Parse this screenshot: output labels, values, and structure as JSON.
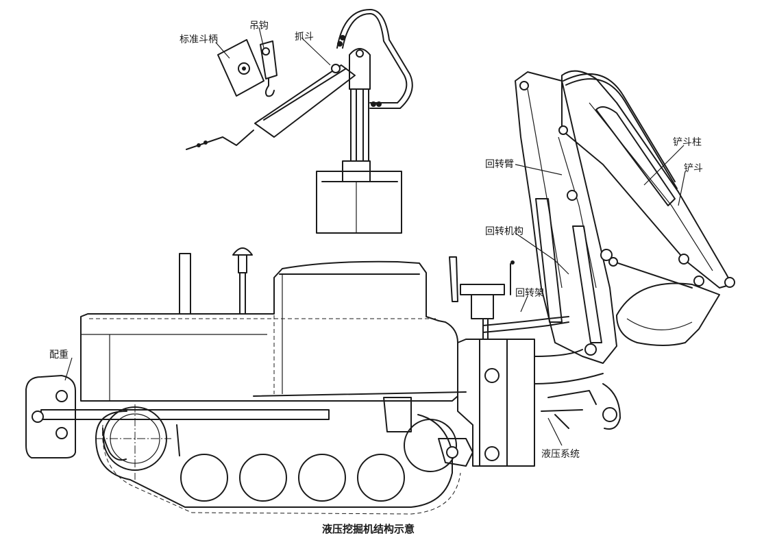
{
  "caption": "液压挖掘机结构示意",
  "labels": {
    "standard_bucket_handle": "标准斗柄",
    "hook": "吊钩",
    "grab_bucket": "抓斗",
    "shovel_post": "铲斗柱",
    "shovel_bucket": "铲斗",
    "slewing_arm": "回转臂",
    "slewing_mechanism": "回转机构",
    "slewing_frame": "回转架",
    "counterweight": "配重",
    "hydraulic_system": "液压系统"
  }
}
